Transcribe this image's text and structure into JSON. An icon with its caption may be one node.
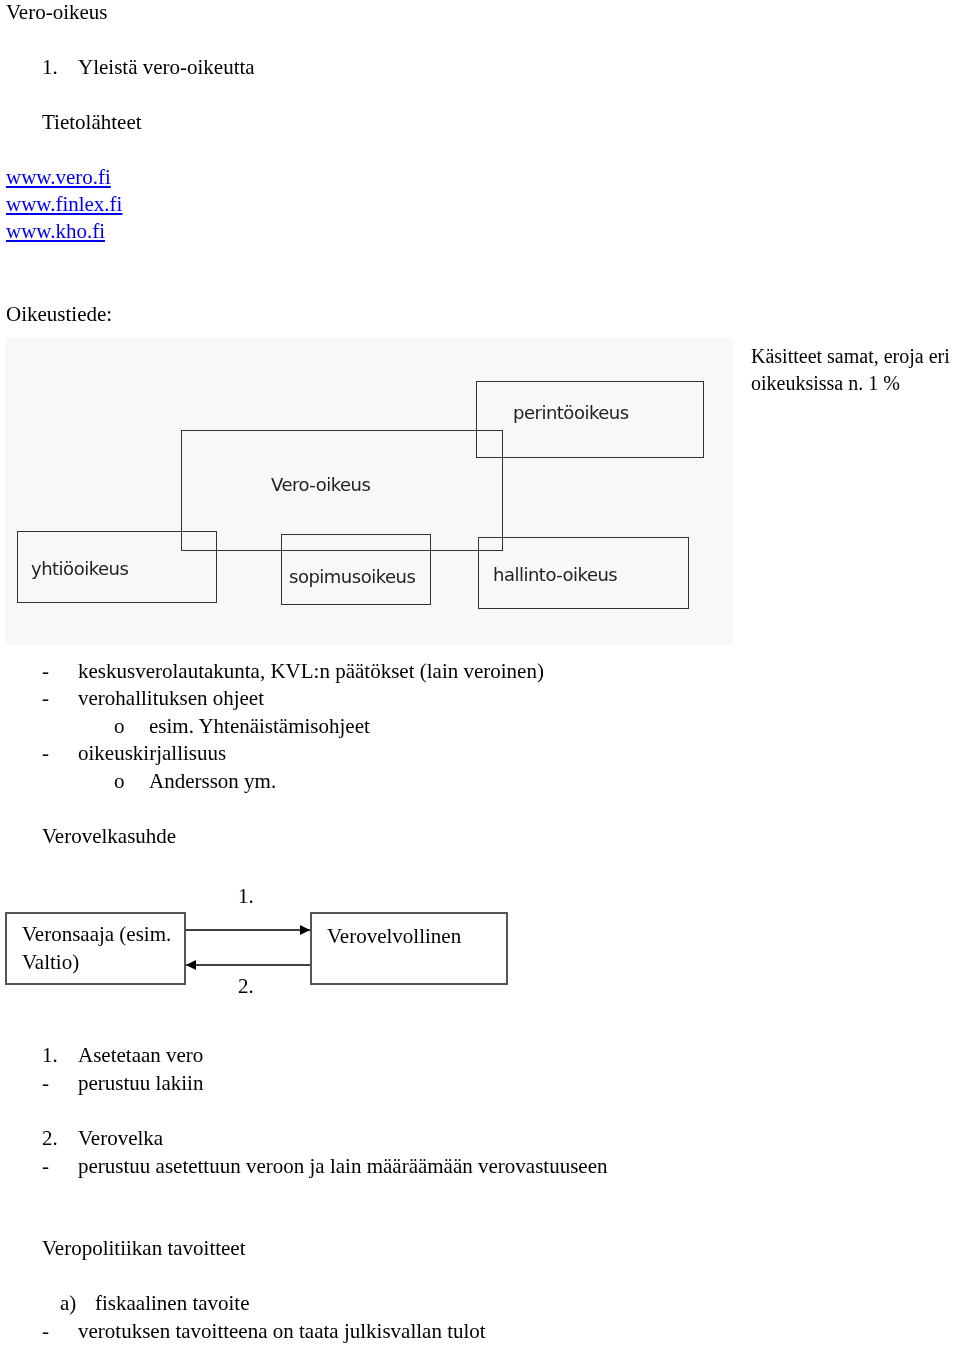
{
  "diagram": {
    "nodes": [
      {
        "text": [
          "perintöoikeus"
        ]
      },
      {
        "text": [
          "Vero-oikeus"
        ]
      },
      {
        "text": [
          "yhtiöoikeus"
        ]
      },
      {
        "text": [
          "sopimusoikeus"
        ]
      },
      {
        "text": [
          "hallinto-oikeus"
        ]
      },
      {
        "text": [
          "Veronsaaja (esim. Valtio)"
        ]
      },
      {
        "text": [
          "Verovelvollinen"
        ]
      }
    ],
    "edges": [
      {
        "from": 5,
        "to": 6,
        "arrow": "to",
        "label": "1."
      },
      {
        "from": 6,
        "to": 5,
        "arrow": "to",
        "label": "2."
      }
    ],
    "labels": [
      "Vero-oikeus",
      "1.",
      "Yleistä vero-oikeutta",
      "Tietolähteet",
      "www.vero.fi",
      "www.finlex.fi",
      "www.kho.fi",
      "Oikeustiede:",
      "Käsitteet samat, eroja eri oikeuksissa n. 1 %",
      "-",
      "keskusverolautakunta, KVL:n päätökset (lain veroinen)",
      "-",
      "verohallituksen ohjeet",
      "o",
      "esim. Yhtenäistämisohjeet",
      "-",
      "oikeuskirjallisuus",
      "o",
      "Andersson ym.",
      "Verovelkasuhde",
      "1.",
      "Asetetaan vero",
      "-",
      "perustuu lakiin",
      "2.",
      "Verovelka",
      "-",
      "perustuu asetettuun veroon ja lain määräämään verovastuuseen",
      "Veropolitiikan tavoitteet",
      "a)",
      "fiskaalinen tavoite",
      "-",
      "verotuksen tavoitteena on taata julkisvallan tulot"
    ]
  }
}
